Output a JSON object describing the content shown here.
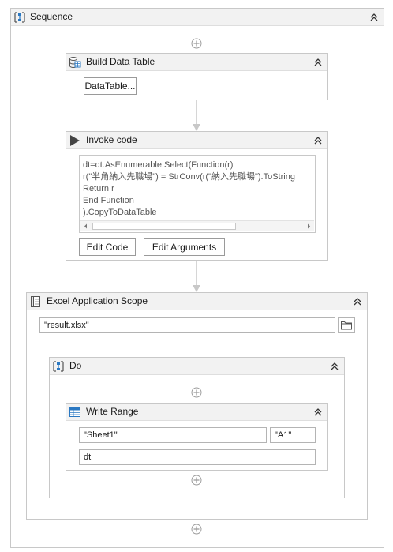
{
  "sequence": {
    "title": "Sequence"
  },
  "build_data_table": {
    "title": "Build Data Table",
    "button_label": "DataTable..."
  },
  "invoke_code": {
    "title": "Invoke code",
    "code_lines": [
      "dt=dt.AsEnumerable.Select(Function(r)",
      "r(\"半角納入先職場\") =  StrConv(r(\"納入先職場\").ToString",
      "Return r",
      "End Function",
      ").CopyToDataTable"
    ],
    "edit_code_label": "Edit Code",
    "edit_arguments_label": "Edit Arguments"
  },
  "excel_scope": {
    "title": "Excel Application Scope",
    "workbook_path": "\"result.xlsx\""
  },
  "do": {
    "title": "Do"
  },
  "write_range": {
    "title": "Write Range",
    "sheet": "\"Sheet1\"",
    "start_cell": "\"A1\"",
    "datatable": "dt"
  },
  "colors": {
    "accent_blue": "#2a78c2",
    "header_bg": "#f2f2f2",
    "border": "#c8c8c8",
    "connector": "#c8c8c8"
  }
}
